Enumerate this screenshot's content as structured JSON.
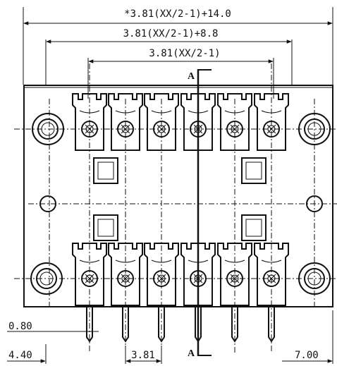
{
  "dimensions": {
    "overall": "*3.81(XX/2-1)+14.0",
    "flange": "3.81(XX/2-1)+8.8",
    "pitch_span": "3.81(XX/2-1)",
    "pin_width": "0.80",
    "edge_offset": "4.40",
    "pitch": "3.81",
    "right_offset": "7.00"
  },
  "section": {
    "top_label": "A",
    "bottom_label": "A"
  }
}
